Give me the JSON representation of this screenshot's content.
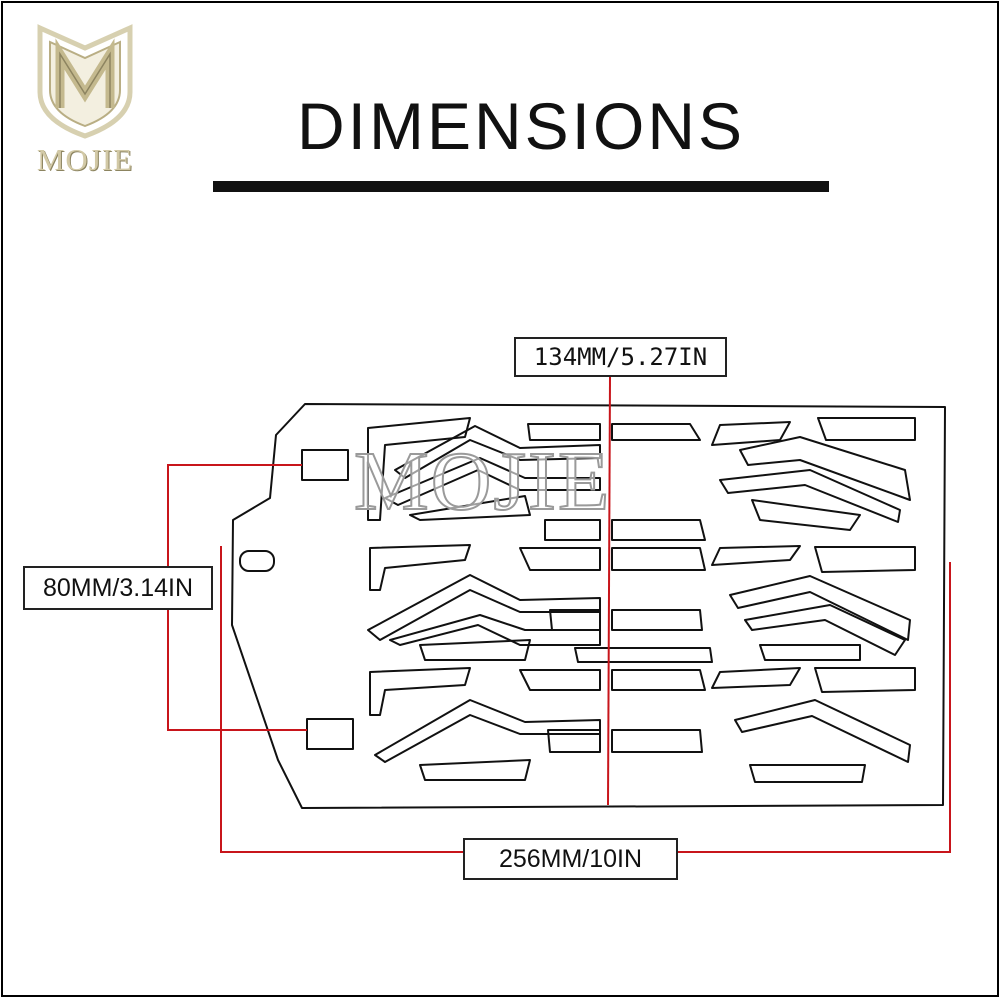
{
  "brand": {
    "name": "MOJIE",
    "logo_letter": "M",
    "logo_color": "#d2c9a6",
    "watermark": "MOJIE"
  },
  "title": "DIMENSIONS",
  "dimensions": {
    "width": "134MM/5.27IN",
    "height": "80MM/3.14IN",
    "length": "256MM/10IN"
  },
  "colors": {
    "outline": "#111111",
    "dimension_line": "#c8151b",
    "title_bar": "#111111"
  }
}
